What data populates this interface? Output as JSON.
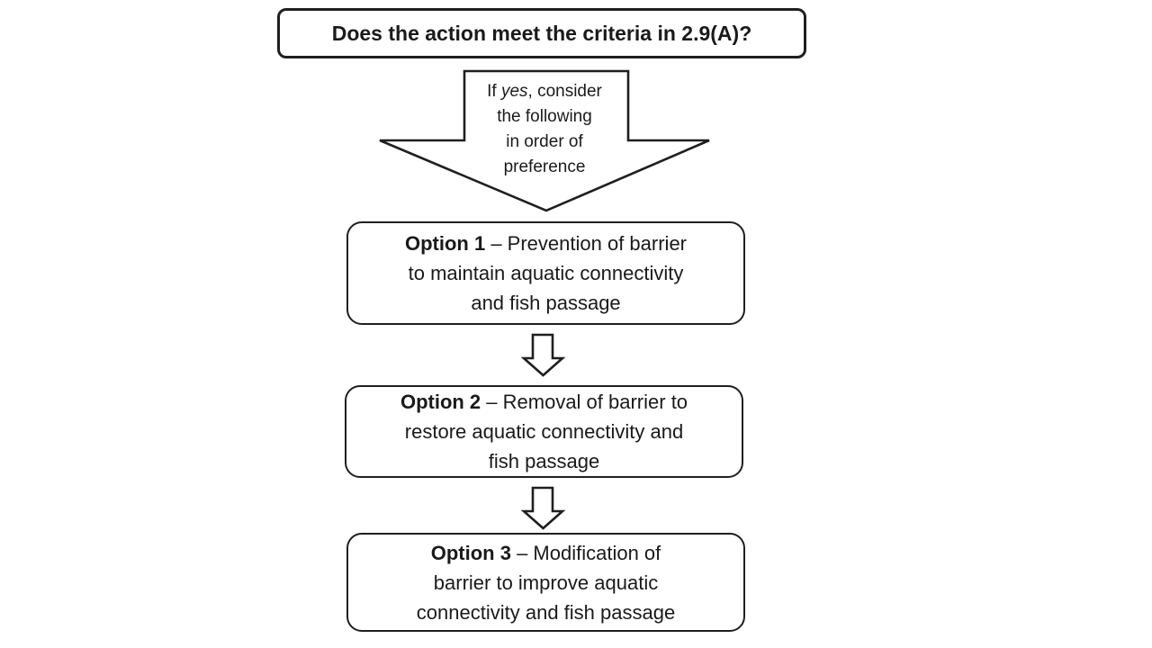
{
  "title_box": {
    "text": "Does the action meet the criteria in 2.9(A)?"
  },
  "arrow_note": {
    "line1_prefix": "If ",
    "line1_italic": "yes",
    "line1_suffix": ", consider",
    "line2": "the following",
    "line3": "in order of",
    "line4": "preference"
  },
  "options": [
    {
      "label": "Option 1",
      "line1_rest": " – Prevention of barrier",
      "line2": "to maintain aquatic connectivity",
      "line3": "and fish passage"
    },
    {
      "label": "Option 2",
      "line1_rest": " – Removal of barrier to",
      "line2": "restore aquatic connectivity and",
      "line3": "fish passage"
    },
    {
      "label": "Option 3",
      "line1_rest": " – Modification of",
      "line2": "barrier to improve aquatic",
      "line3": "connectivity and fish passage"
    }
  ],
  "colors": {
    "stroke": "#1f1f1f",
    "text": "#1a1a1a",
    "background": "#ffffff"
  }
}
